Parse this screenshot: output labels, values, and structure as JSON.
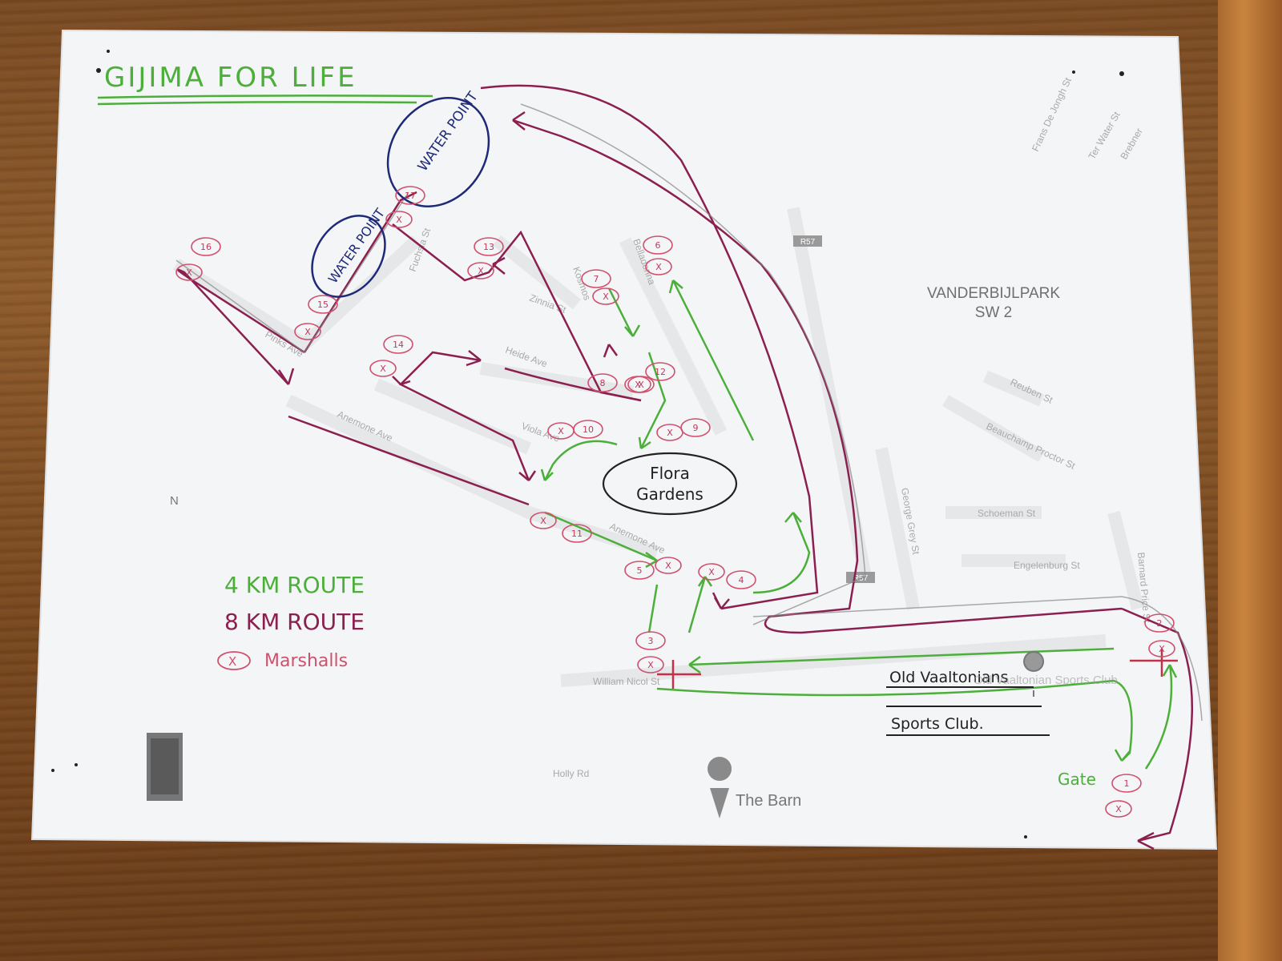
{
  "title": "GIJIMA FOR LIFE",
  "area_label_line1": "VANDERBIJLPARK",
  "area_label_line2": "SW 2",
  "north_label": "N",
  "road_shields": [
    "R57",
    "R57"
  ],
  "streets": [
    "Fuchsia St",
    "Zinnia St",
    "Heide Ave",
    "Viola Ave",
    "Anemone Ave",
    "Anemone Ave",
    "Pinks Ave",
    "Belladonna",
    "Kosmos",
    "Reuben St",
    "Beauchamp Proctor St",
    "Schoeman St",
    "Engelenburg St",
    "George Grey St",
    "Barnard Price St",
    "William Nicol St",
    "Holly Rd",
    "Frans De Jongh St",
    "Ter Water St",
    "Brebner"
  ],
  "water_points": [
    "WATER POINT",
    "WATER POINT"
  ],
  "flora_gardens": [
    "Flora",
    "Gardens"
  ],
  "sports_club": [
    "Old Vaaltonians",
    "Sports Club."
  ],
  "map_poi_sports": "Old Vaaltonian Sports Club",
  "map_poi_barn": "The Barn",
  "gate_label": "Gate",
  "legend": {
    "route_4km": "4 KM ROUTE",
    "route_8km": "8 KM ROUTE",
    "marshals": "Marshalls"
  },
  "marshal_numbers": [
    "1",
    "2",
    "3",
    "4",
    "5",
    "6",
    "7",
    "8",
    "9",
    "10",
    "11",
    "12",
    "13",
    "14",
    "15",
    "16",
    "17"
  ],
  "colors": {
    "route_4km": "#4caf3a",
    "route_8km": "#8b2050",
    "marshal": "#d0506e",
    "water_point": "#1e2a78",
    "title": "#4caf3a"
  }
}
